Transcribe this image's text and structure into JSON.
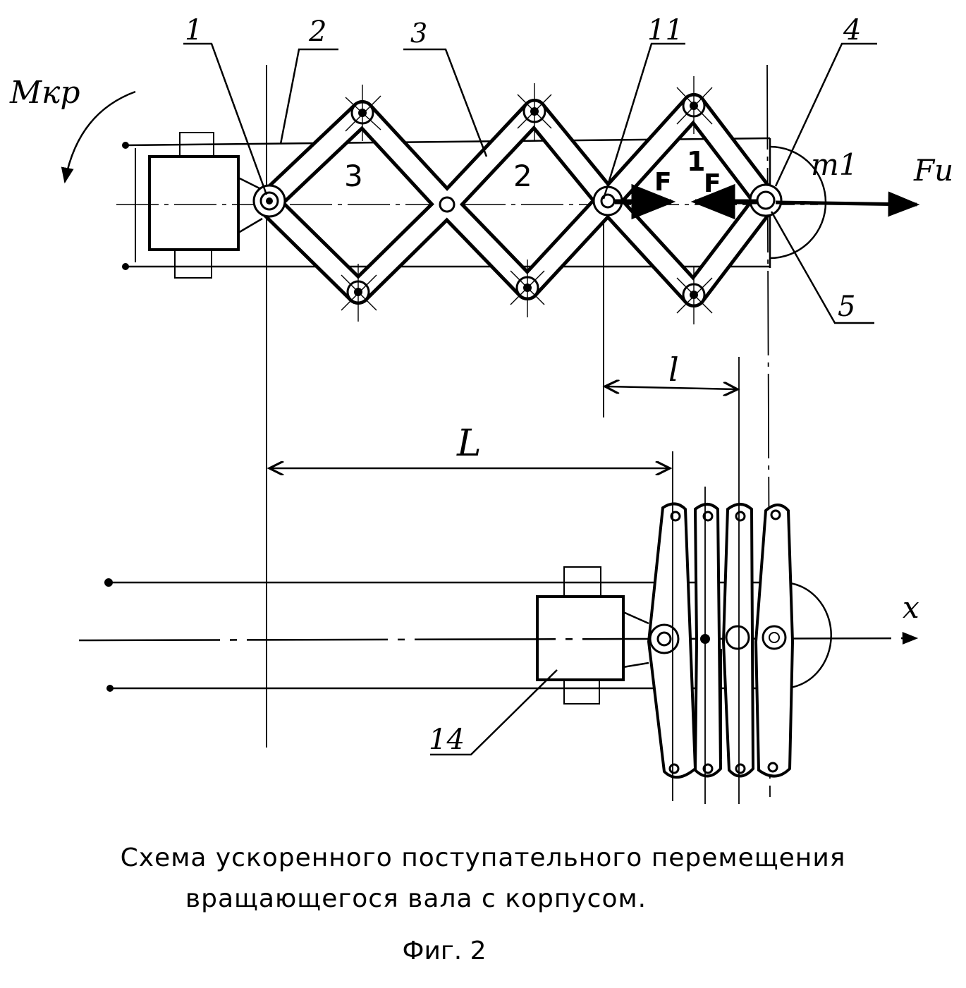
{
  "labels": {
    "torque": "Mкр",
    "ref_1": "1",
    "ref_2": "2",
    "ref_3": "3",
    "ref_11": "11",
    "ref_4": "4",
    "ref_5": "5",
    "ref_14": "14",
    "link_3": "3",
    "link_2": "2",
    "link_1": "1",
    "force_F_right": "F",
    "force_F_left": "F",
    "mass": "m1",
    "inertia_force": "Fи",
    "dim_small": "l",
    "dim_large": "L",
    "axis_x": "x"
  },
  "caption": {
    "line1": "Схема ускоренного поступательного перемещения",
    "line2": "вращающегося вала с корпусом.",
    "fig": "Фиг. 2"
  }
}
